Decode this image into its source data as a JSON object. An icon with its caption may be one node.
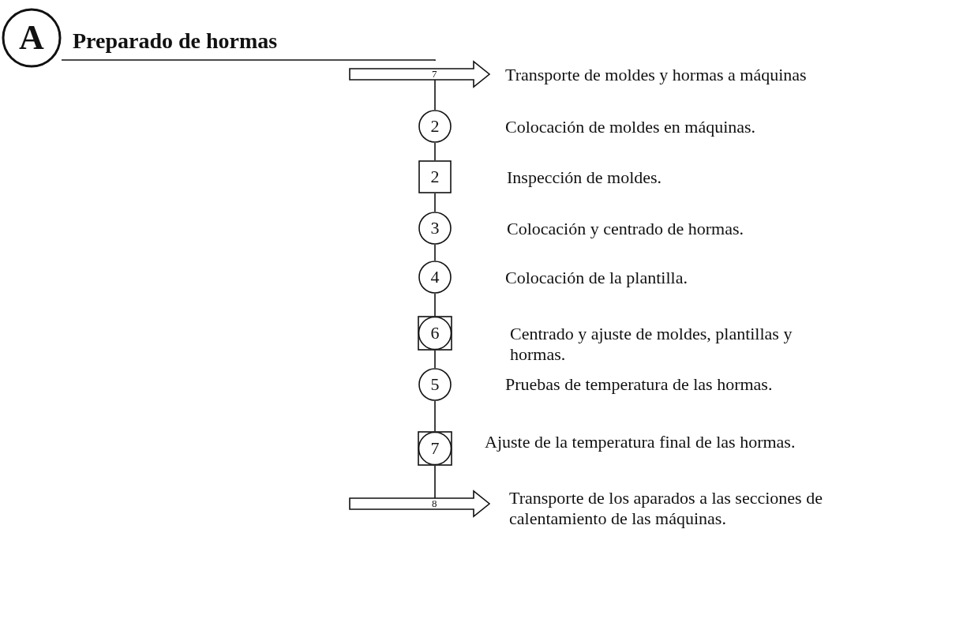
{
  "diagram": {
    "title": "Preparado de hormas",
    "nodes": [
      {
        "text": [
          "A"
        ]
      },
      {
        "text": [
          "7"
        ],
        "beside": [
          "Transporte de moldes y hormas a máquinas"
        ]
      },
      {
        "text": [
          "2"
        ],
        "beside": [
          "Colocación de moldes en máquinas."
        ]
      },
      {
        "text": [
          "2"
        ],
        "beside": [
          "Inspección de moldes."
        ]
      },
      {
        "text": [
          "3"
        ],
        "beside": [
          "Colocación y centrado de hormas."
        ]
      },
      {
        "text": [
          "4"
        ],
        "beside": [
          "Colocación de la plantilla."
        ]
      },
      {
        "text": [
          "6"
        ],
        "beside": [
          "Centrado y ajuste de moldes, plantillas y hormas."
        ]
      },
      {
        "text": [
          "5"
        ],
        "beside": [
          "Pruebas de temperatura de las hormas."
        ]
      },
      {
        "text": [
          "7"
        ],
        "beside": [
          "Ajuste de la temperatura final de las hormas."
        ]
      },
      {
        "text": [
          "8"
        ],
        "beside": [
          "Transporte de los aparados a las secciones de calentamiento de las máquinas."
        ]
      }
    ],
    "edges": [
      {
        "from": 0,
        "to": 1,
        "arrow": "none"
      },
      {
        "from": 1,
        "to": 2,
        "arrow": "none"
      },
      {
        "from": 2,
        "to": 3,
        "arrow": "none"
      },
      {
        "from": 3,
        "to": 4,
        "arrow": "none"
      },
      {
        "from": 4,
        "to": 5,
        "arrow": "none"
      },
      {
        "from": 5,
        "to": 6,
        "arrow": "none"
      },
      {
        "from": 6,
        "to": 7,
        "arrow": "none"
      },
      {
        "from": 7,
        "to": 8,
        "arrow": "none"
      },
      {
        "from": 8,
        "to": 9,
        "arrow": "none"
      }
    ]
  }
}
